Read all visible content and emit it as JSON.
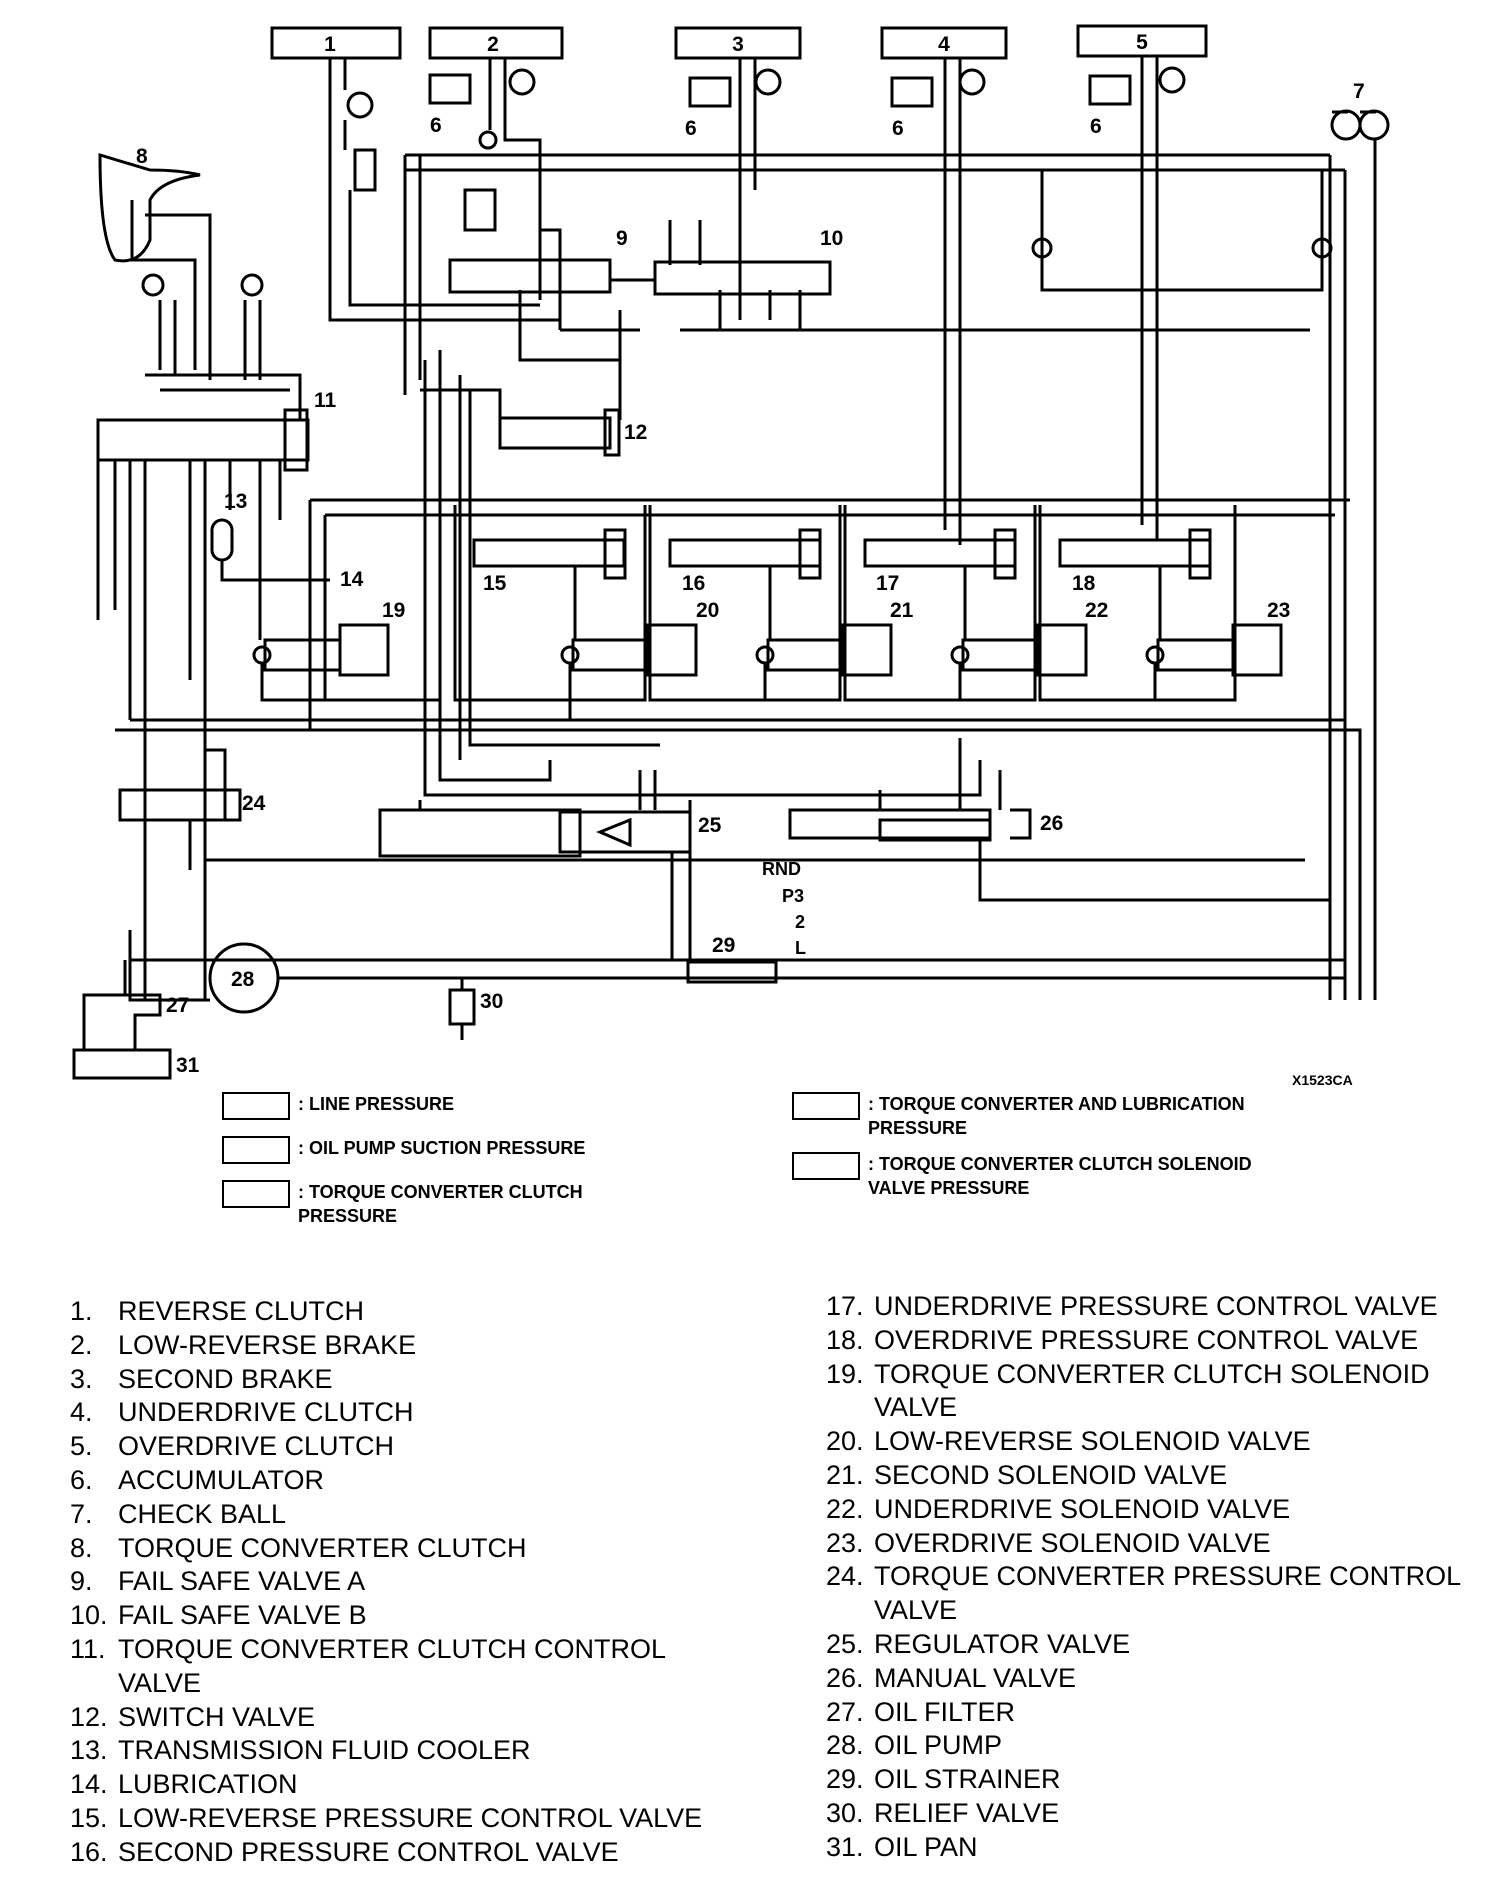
{
  "diagram": {
    "top_boxes": [
      "1",
      "2",
      "3",
      "4",
      "5"
    ],
    "labels": {
      "accumulator": "6",
      "check_ball": "7",
      "tcc": "8",
      "fsa": "9",
      "fsb": "10",
      "tccc": "11",
      "switch": "12",
      "cooler": "13",
      "lube": "14",
      "lrp": "15",
      "sp": "16",
      "udp": "17",
      "odp": "18",
      "tccs": "19",
      "lrs": "20",
      "ss": "21",
      "uds": "22",
      "ods": "23",
      "tcp": "24",
      "reg": "25",
      "manual": "26",
      "filter": "27",
      "pump": "28",
      "strainer": "29",
      "relief": "30",
      "pan": "31"
    },
    "gear_positions": [
      "RND",
      "P3",
      "2",
      "L"
    ],
    "figure_code": "X1523CA"
  },
  "legend": [
    {
      "text": ": LINE PRESSURE"
    },
    {
      "text": ": OIL PUMP SUCTION PRESSURE"
    },
    {
      "text": ": TORQUE CONVERTER CLUTCH\nPRESSURE"
    },
    {
      "text": ": TORQUE CONVERTER AND LUBRICATION\nPRESSURE"
    },
    {
      "text": ": TORQUE CONVERTER CLUTCH SOLENOID\nVALVE PRESSURE"
    }
  ],
  "parts": [
    {
      "num": "1.",
      "name": "REVERSE CLUTCH"
    },
    {
      "num": "2.",
      "name": "LOW-REVERSE BRAKE"
    },
    {
      "num": "3.",
      "name": "SECOND BRAKE"
    },
    {
      "num": "4.",
      "name": "UNDERDRIVE CLUTCH"
    },
    {
      "num": "5.",
      "name": "OVERDRIVE CLUTCH"
    },
    {
      "num": "6.",
      "name": "ACCUMULATOR"
    },
    {
      "num": "7.",
      "name": "CHECK BALL"
    },
    {
      "num": "8.",
      "name": "TORQUE CONVERTER CLUTCH"
    },
    {
      "num": "9.",
      "name": "FAIL SAFE VALVE A"
    },
    {
      "num": "10.",
      "name": "FAIL SAFE VALVE B"
    },
    {
      "num": "11.",
      "name": "TORQUE CONVERTER CLUTCH CONTROL VALVE"
    },
    {
      "num": "12.",
      "name": "SWITCH VALVE"
    },
    {
      "num": "13.",
      "name": "TRANSMISSION FLUID COOLER"
    },
    {
      "num": "14.",
      "name": "LUBRICATION"
    },
    {
      "num": "15.",
      "name": "LOW-REVERSE PRESSURE CONTROL VALVE"
    },
    {
      "num": "16.",
      "name": "SECOND PRESSURE CONTROL VALVE"
    },
    {
      "num": "17.",
      "name": "UNDERDRIVE PRESSURE CONTROL VALVE"
    },
    {
      "num": "18.",
      "name": "OVERDRIVE PRESSURE CONTROL VALVE"
    },
    {
      "num": "19.",
      "name": "TORQUE CONVERTER CLUTCH SOLENOID VALVE"
    },
    {
      "num": "20.",
      "name": "LOW-REVERSE SOLENOID VALVE"
    },
    {
      "num": "21.",
      "name": "SECOND SOLENOID VALVE"
    },
    {
      "num": "22.",
      "name": "UNDERDRIVE SOLENOID VALVE"
    },
    {
      "num": "23.",
      "name": "OVERDRIVE SOLENOID VALVE"
    },
    {
      "num": "24.",
      "name": "TORQUE CONVERTER PRESSURE CONTROL VALVE"
    },
    {
      "num": "25.",
      "name": "REGULATOR VALVE"
    },
    {
      "num": "26.",
      "name": "MANUAL VALVE"
    },
    {
      "num": "27.",
      "name": "OIL FILTER"
    },
    {
      "num": "28.",
      "name": "OIL PUMP"
    },
    {
      "num": "29.",
      "name": "OIL STRAINER"
    },
    {
      "num": "30.",
      "name": "RELIEF VALVE"
    },
    {
      "num": "31.",
      "name": "OIL PAN"
    }
  ]
}
